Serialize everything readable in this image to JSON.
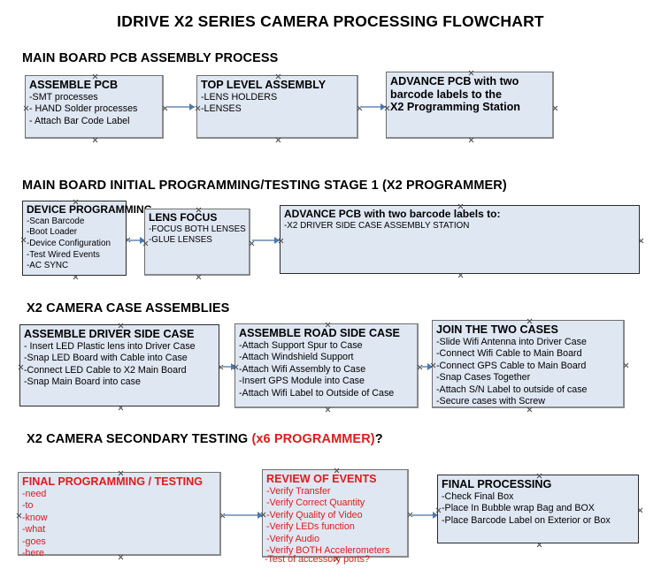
{
  "document": {
    "title": "IDRIVE X2  SERIES CAMERA PROCESSING FLOWCHART",
    "colors": {
      "node_fill": "#dfe7f3",
      "node_border": "#2b2b2b",
      "connector": "#8ba7c4",
      "arrowhead": "#4a78b0",
      "accent_red": "#e01b1b",
      "text": "#000000",
      "background": "#ffffff"
    }
  },
  "sections": [
    {
      "id": "section-1",
      "heading": "MAIN BOARD PCB ASSEMBLY PROCESS",
      "heading_accent": "",
      "heading_suffix": "",
      "nodes": [
        {
          "id": "assemble-pcb",
          "header": "ASSEMBLE PCB",
          "lines": [
            "-SMT processes",
            "- HAND Solder processes",
            "- Attach Bar Code Label"
          ],
          "style": "shadowed"
        },
        {
          "id": "top-level-assembly",
          "header": "TOP LEVEL ASSEMBLY",
          "lines": [
            "-LENS HOLDERS",
            "-LENSES"
          ],
          "style": "shadowed"
        },
        {
          "id": "advance-pcb-x2-programming-station",
          "header": "ADVANCE PCB with two",
          "lines": [
            "barcode labels to the",
            " X2 Programming Station"
          ],
          "style": "shadowed",
          "bold_body": true
        }
      ]
    },
    {
      "id": "section-2",
      "heading": "MAIN BOARD INITIAL PROGRAMMING/TESTING STAGE 1 (X2 PROGRAMMER)",
      "heading_accent": "",
      "heading_suffix": "",
      "nodes": [
        {
          "id": "device-programming",
          "header": "DEVICE PROGRAMMING",
          "lines": [
            "-Scan Barcode",
            "-Boot Loader",
            "-Device Configuration",
            "-Test Wired Events",
            "-AC SYNC"
          ],
          "style": "plain"
        },
        {
          "id": "lens-focus",
          "header": "LENS FOCUS",
          "lines": [
            "-FOCUS BOTH LENSES",
            "-GLUE LENSES"
          ],
          "style": "shadowed"
        },
        {
          "id": "advance-pcb-driver-side-case",
          "header": "ADVANCE PCB with two barcode labels to:",
          "lines": [
            "-X2 DRIVER  SIDE  CASE  ASSEMBLY STATION"
          ],
          "style": "plain"
        }
      ]
    },
    {
      "id": "section-3",
      "heading": "X2 CAMERA CASE ASSEMBLIES",
      "heading_accent": "",
      "heading_suffix": "",
      "nodes": [
        {
          "id": "assemble-driver-side-case",
          "header": "ASSEMBLE DRIVER SIDE CASE",
          "lines": [
            "- Insert LED Plastic lens into Driver Case",
            "-Snap LED Board with Cable into Case",
            "-Connect LED Cable to X2 Main Board",
            "-Snap Main Board into case"
          ],
          "style": "plain"
        },
        {
          "id": "assemble-road-side-case",
          "header": "ASSEMBLE ROAD SIDE CASE",
          "lines": [
            "-Attach Support Spur to Case",
            "-Attach Windshield Support",
            "-Attach Wifi Assembly to Case",
            "-Insert GPS Module into Case",
            "-Attach Wifi Label to Outside of Case"
          ],
          "style": "shadowed"
        },
        {
          "id": "join-the-two-cases",
          "header": "JOIN THE TWO CASES",
          "lines": [
            "-Slide Wifi Antenna into Driver Case",
            "-Connect Wifi Cable to Main Board",
            "-Connect GPS Cable to Main Board",
            "-Snap Cases Together",
            "-Attach S/N Label to outside of case",
            "-Secure cases with Screw"
          ],
          "style": "shadowed"
        }
      ]
    },
    {
      "id": "section-4",
      "heading": "X2 CAMERA SECONDARY TESTING ",
      "heading_accent": "(x6 PROGRAMMER)",
      "heading_suffix": "?",
      "nodes": [
        {
          "id": "final-programming-testing",
          "header": "FINAL PROGRAMMING / TESTING",
          "lines": [
            "-need",
            "-to",
            "-know",
            "-what",
            "-goes",
            "-here"
          ],
          "style": "shadowed",
          "color": "red"
        },
        {
          "id": "review-of-events",
          "header": "REVIEW OF EVENTS",
          "lines": [
            "-Verify Transfer",
            "-Verify Correct Quantity",
            "-Verify Quality of Video",
            "-Verify LEDs function",
            "-Verify Audio",
            "-Verify BOTH Accelerometers"
          ],
          "overflow_line": "-Test of accessory ports?",
          "style": "shadowed",
          "color": "red"
        },
        {
          "id": "final-processing",
          "header": "FINAL PROCESSING",
          "lines": [
            " -Check Final Box",
            "-Place In Bubble wrap Bag and BOX",
            "-Place Barcode Label on Exterior or Box"
          ],
          "style": "plain"
        }
      ]
    }
  ]
}
